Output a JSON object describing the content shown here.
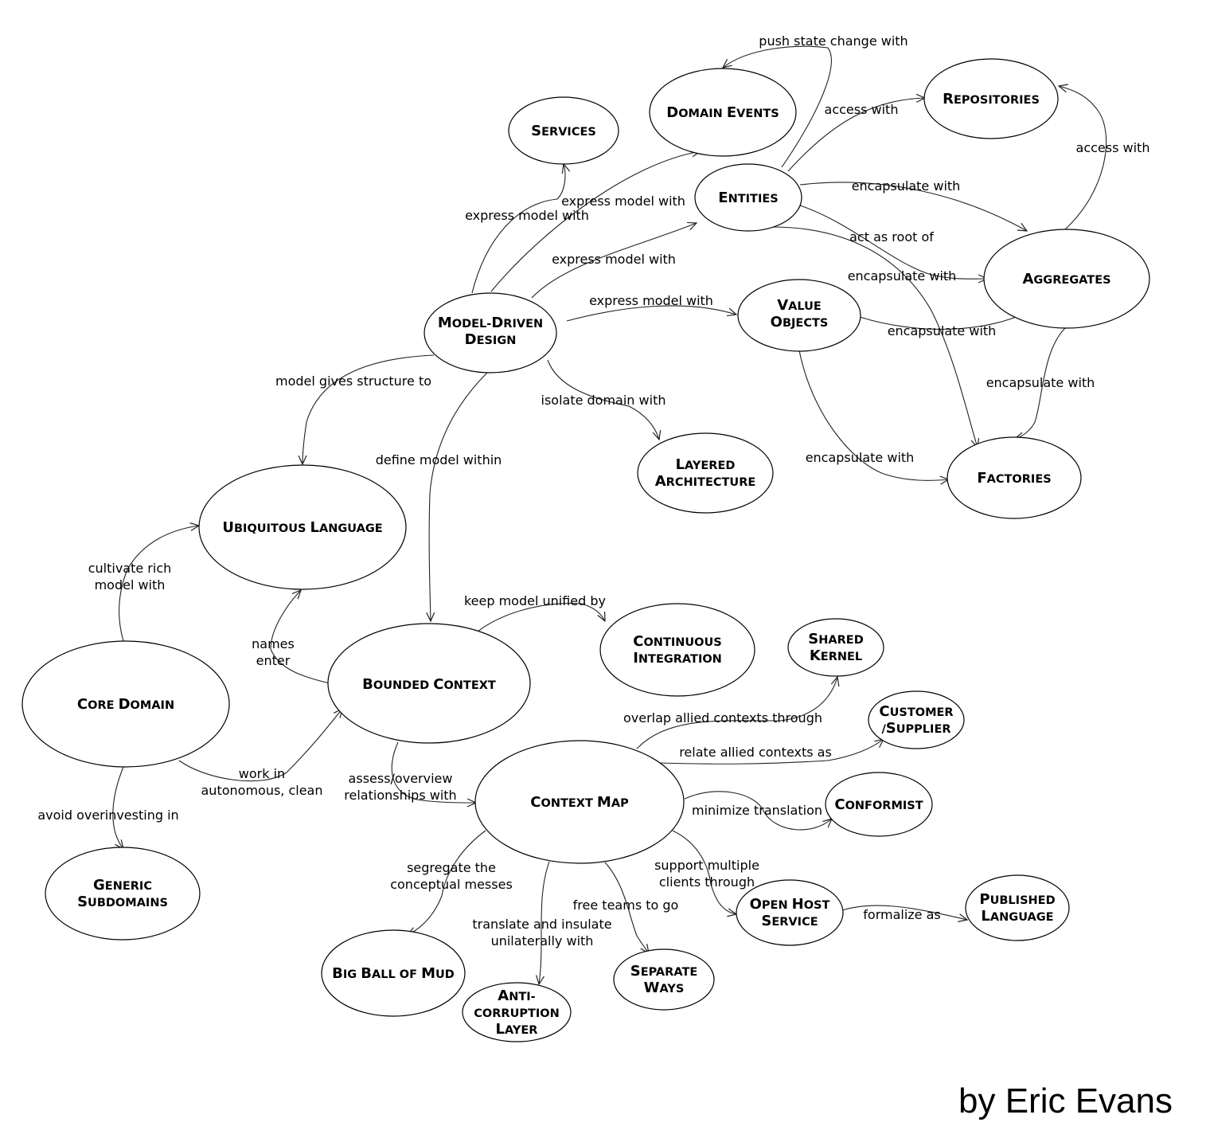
{
  "credit": "by Eric Evans",
  "nodes": {
    "domain_events": [
      "Domain Events"
    ],
    "services": [
      "Services"
    ],
    "repositories": [
      "Repositories"
    ],
    "entities": [
      "Entities"
    ],
    "aggregates": [
      "Aggregates"
    ],
    "model_driven_design": [
      "Model-Driven",
      "Design"
    ],
    "value_objects": [
      "Value",
      "Objects"
    ],
    "layered_architecture": [
      "Layered",
      "Architecture"
    ],
    "factories": [
      "Factories"
    ],
    "ubiquitous_language": [
      "Ubiquitous Language"
    ],
    "continuous_integration": [
      "Continuous",
      "Integration"
    ],
    "shared_kernel": [
      "Shared",
      "Kernel"
    ],
    "core_domain": [
      "Core Domain"
    ],
    "bounded_context": [
      "Bounded Context"
    ],
    "customer_supplier": [
      "Customer",
      "/Supplier"
    ],
    "conformist": [
      "Conformist"
    ],
    "context_map": [
      "Context Map"
    ],
    "generic_subdomains": [
      "Generic",
      "Subdomains"
    ],
    "open_host_service": [
      "Open Host",
      "Service"
    ],
    "published_language": [
      "Published",
      "Language"
    ],
    "separate_ways": [
      "Separate",
      "Ways"
    ],
    "big_ball_of_mud": [
      "Big Ball of Mud"
    ],
    "anti_corruption_layer": [
      "Anti-",
      "corruption",
      "Layer"
    ]
  },
  "edges": {
    "push_state_change": [
      "push state change with"
    ],
    "access_with_entities": [
      "access with"
    ],
    "access_with_aggregates": [
      "access with"
    ],
    "express_services": [
      "express model with"
    ],
    "express_events": [
      "express model with"
    ],
    "express_entities": [
      "express model with"
    ],
    "express_value_objects": [
      "express model with"
    ],
    "encapsulate_entities_aggregates": [
      "encapsulate with"
    ],
    "act_as_root": [
      "act as root of"
    ],
    "encapsulate_entities_factories": [
      "encapsulate with"
    ],
    "encapsulate_vo_aggregates": [
      "encapsulate with"
    ],
    "encapsulate_aggregates_factories": [
      "encapsulate with"
    ],
    "encapsulate_vo_factories": [
      "encapsulate with"
    ],
    "model_gives_structure": [
      "model gives structure to"
    ],
    "isolate_domain": [
      "isolate domain with"
    ],
    "define_model_within": [
      "define model within"
    ],
    "cultivate_rich_model": [
      "cultivate rich",
      "model with"
    ],
    "keep_model_unified": [
      "keep model unified by"
    ],
    "names_enter": [
      "names",
      "enter"
    ],
    "overlap_allied": [
      "overlap allied contexts through"
    ],
    "relate_allied": [
      "relate allied contexts as"
    ],
    "work_in_autonomous": [
      "work in",
      "autonomous, clean"
    ],
    "assess_overview": [
      "assess/overview",
      "relationships with"
    ],
    "minimize_translation": [
      "minimize translation"
    ],
    "avoid_overinvesting": [
      "avoid overinvesting in"
    ],
    "support_multiple_clients": [
      "support multiple",
      "clients through"
    ],
    "segregate_messes": [
      "segregate the",
      "conceptual messes"
    ],
    "formalize_as": [
      "formalize as"
    ],
    "free_teams": [
      "free teams to go"
    ],
    "translate_insulate": [
      "translate and insulate",
      "unilaterally with"
    ]
  }
}
